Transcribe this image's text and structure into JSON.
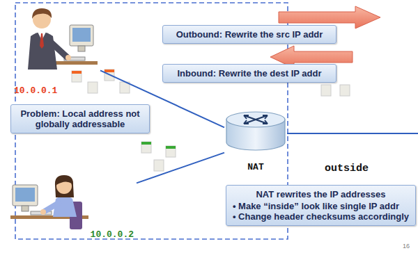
{
  "diagram": {
    "nodes": [
      {
        "text": [
          "Outbound: Rewrite the src IP addr"
        ]
      },
      {
        "text": [
          "Inbound: Rewrite the dest IP addr"
        ]
      },
      {
        "text": [
          "10.0.0.1"
        ]
      },
      {
        "text": [
          "Problem: Local address not globally addressable"
        ]
      },
      {
        "text": [
          "NAT"
        ]
      },
      {
        "text": [
          "10.0.0.2"
        ]
      },
      {
        "text": [
          "NAT rewrites the IP addresses",
          "• Make “inside” look like single IP addr",
          "• Change header checksums accordingly"
        ]
      }
    ],
    "edges": [
      {
        "from": 2,
        "to": 4,
        "arrow": "none"
      },
      {
        "from": 5,
        "to": 4,
        "arrow": "none"
      }
    ],
    "labels": [
      "outside",
      "16"
    ]
  }
}
